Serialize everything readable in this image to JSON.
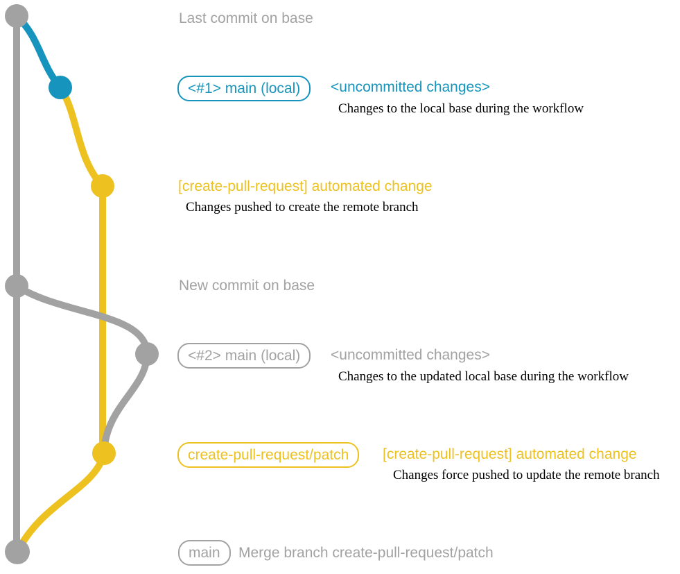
{
  "colors": {
    "gray": "#a2a2a2",
    "teal": "#1794bd",
    "yellow": "#edc120",
    "ink": "#000000"
  },
  "graph": {
    "type": "git-commit-graph",
    "branches": [
      {
        "name": "base",
        "color_key": "gray"
      },
      {
        "name": "main (local)",
        "color_key": "teal"
      },
      {
        "name": "create-pull-request/patch",
        "color_key": "yellow"
      }
    ],
    "commits": [
      {
        "label": "Last commit on base",
        "color_key": "gray"
      },
      {
        "label": "<#1> main (local) <uncommitted changes>",
        "color_key": "teal"
      },
      {
        "label": "[create-pull-request] automated change",
        "color_key": "yellow"
      },
      {
        "label": "New commit on base",
        "color_key": "gray"
      },
      {
        "label": "<#2> main (local) <uncommitted changes>",
        "color_key": "gray"
      },
      {
        "label": "create-pull-request/patch [create-pull-request] automated change",
        "color_key": "yellow"
      },
      {
        "label": "main Merge branch create-pull-request/patch",
        "color_key": "gray"
      }
    ]
  },
  "annotations": {
    "last_commit_label": "Last commit on base",
    "row1_badge": "<#1> main (local)",
    "row1_title": "<uncommitted changes>",
    "row1_desc": "Changes to the local base during the workflow",
    "row2_title": "[create-pull-request] automated change",
    "row2_desc": "Changes pushed to create the remote branch",
    "new_commit_label": "New commit on base",
    "row3_badge": "<#2> main (local)",
    "row3_title": "<uncommitted changes>",
    "row3_desc": "Changes to the updated local base during the workflow",
    "row4_badge": "create-pull-request/patch",
    "row4_title": "[create-pull-request] automated change",
    "row4_desc": "Changes force pushed to update the remote branch",
    "row5_badge": "main",
    "row5_title": "Merge branch create-pull-request/patch"
  }
}
